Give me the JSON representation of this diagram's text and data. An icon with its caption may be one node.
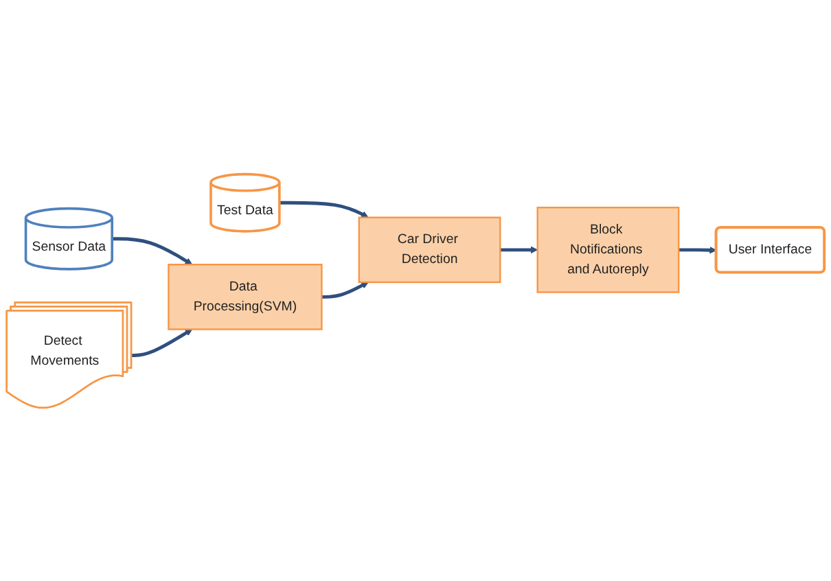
{
  "diagram": {
    "nodes": [
      {
        "text": [
          "Sensor Data"
        ]
      },
      {
        "text": [
          "Test Data"
        ]
      },
      {
        "text": [
          "Detect Movements"
        ]
      },
      {
        "text": [
          "Data Processing(SVM)"
        ]
      },
      {
        "text": [
          "Car Driver Detection"
        ]
      },
      {
        "text": [
          "Block Notifications and Autoreply"
        ]
      },
      {
        "text": [
          "User Interface"
        ]
      }
    ],
    "edges": [
      {
        "from": 0,
        "to": 3,
        "arrow": "to"
      },
      {
        "from": 1,
        "to": 4,
        "arrow": "to"
      },
      {
        "from": 2,
        "to": 3,
        "arrow": "to"
      },
      {
        "from": 3,
        "to": 4,
        "arrow": "to"
      },
      {
        "from": 4,
        "to": 5,
        "arrow": "to"
      },
      {
        "from": 5,
        "to": 6,
        "arrow": "to"
      }
    ]
  }
}
